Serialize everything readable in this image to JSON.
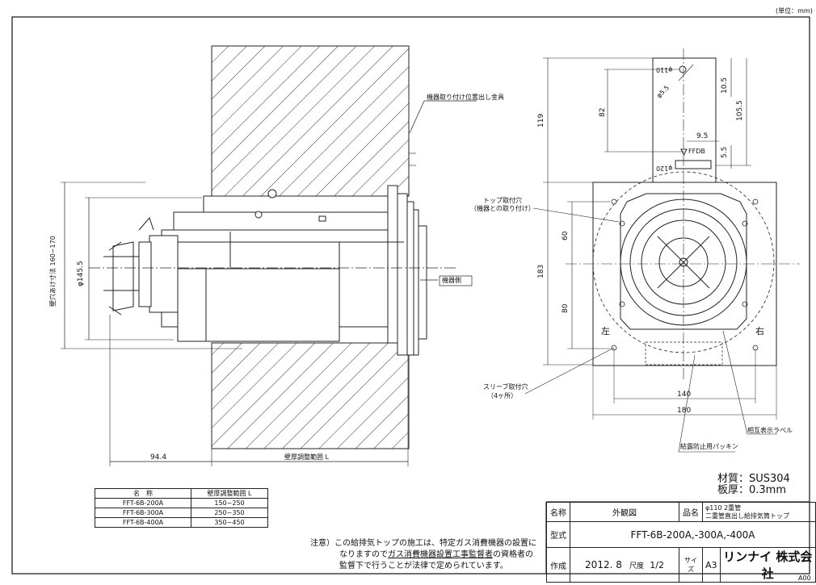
{
  "unit_note": "(単位：mm)",
  "code": "A00",
  "labels": {
    "bracket": "機器取り付け位置出し金具",
    "wall_hole": "壁穴あけ寸法 160~170",
    "dia_left": "φ145.5",
    "device_side": "機器側",
    "dim_944": "94.4",
    "wall_range": "壁厚調整範囲 L",
    "top_hole_1": "トップ取付穴",
    "top_hole_2": "（機器との取り付け）",
    "sleeve_1": "スリーブ取付穴",
    "sleeve_2": "（4ヶ所）",
    "dim_119": "119",
    "dim_82": "82",
    "dim_1055": "105.5",
    "dim_105": "10.5",
    "dim_95": "9.5",
    "dim_55": "5.5",
    "dia_110": "φ110",
    "dia_55": "φ5.5",
    "dia_120": "φ120",
    "ffdb": "FFDB",
    "dim_183": "183",
    "dim_60": "60",
    "dim_80": "80",
    "left": "左",
    "right": "右",
    "dim_140": "140",
    "dim_180": "180",
    "label_tag": "相互表示ラベル",
    "packing": "結露防止用パッキン"
  },
  "material": "材質：SUS304",
  "thickness": "板厚：0.3mm",
  "parts_table": {
    "headers": [
      "名　称",
      "壁厚調整範囲 L"
    ],
    "rows": [
      [
        "FFT-6B-200A",
        "150~250"
      ],
      [
        "FFT-6B-300A",
        "250~350"
      ],
      [
        "FFT-6B-400A",
        "350~450"
      ]
    ]
  },
  "note": {
    "line1": "注意）この給排気トップの施工は、特定ガス消費機器の設置に",
    "line2_a": "なりますので",
    "line2_u": "ガス消費機器設置工事監督者",
    "line2_b": "の資格者の",
    "line3": "監督下で行うことが法律で定められています。"
  },
  "title_block": {
    "name_label": "名称",
    "name_value": "外観図",
    "product_label": "品名",
    "product_value_1": "φ110 2重管",
    "product_value_2": "二重管直出し給排気筒トップ",
    "model_label": "型式",
    "model_value": "FFT-6B-200A,-300A,-400A",
    "made_label": "作成",
    "made_value": "2012. 8",
    "scale_label": "尺度",
    "scale_value": "1/2",
    "size_label": "サイズ",
    "size_value": "A3",
    "company": "リンナイ 株式会社"
  }
}
